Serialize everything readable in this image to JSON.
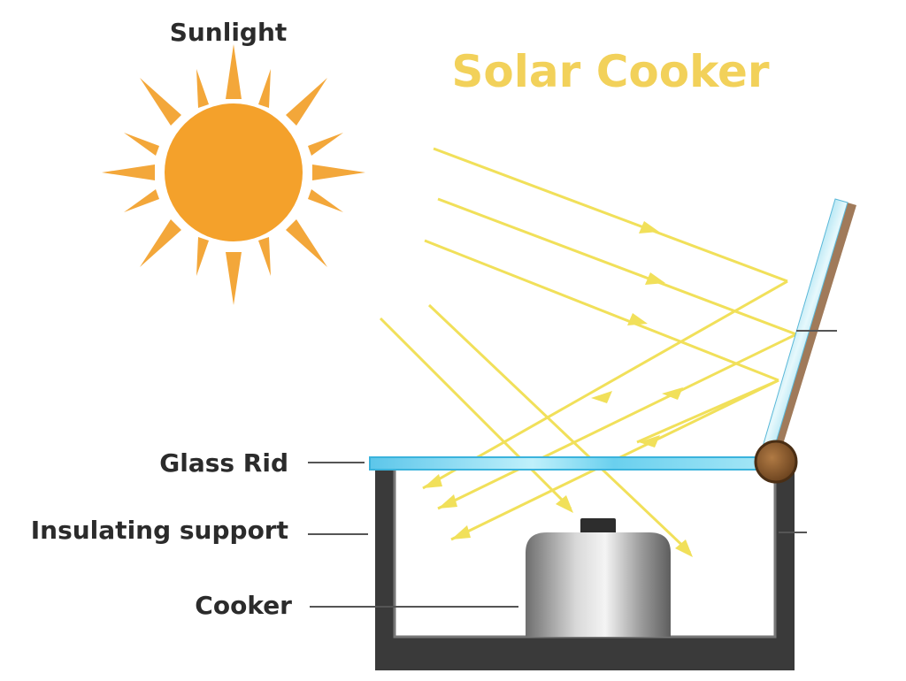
{
  "title": "Solar Cooker",
  "labels": {
    "sunlight": "Sunlight",
    "glass_lid": "Glass Rid",
    "insulating_support": "Insulating support",
    "cooker": "Cooker"
  },
  "colors": {
    "title": "#f2d15a",
    "sun": "#f4a12b",
    "sun_ray": "#f3a73a",
    "light_ray": "#f1e05a",
    "glass": "#7fd3ee",
    "mirror": "#a9e3f0",
    "box": "#3a3a3a",
    "hinge": "#8a5a2b",
    "pot": "#9a9a9a",
    "label": "#2b2b2b"
  }
}
